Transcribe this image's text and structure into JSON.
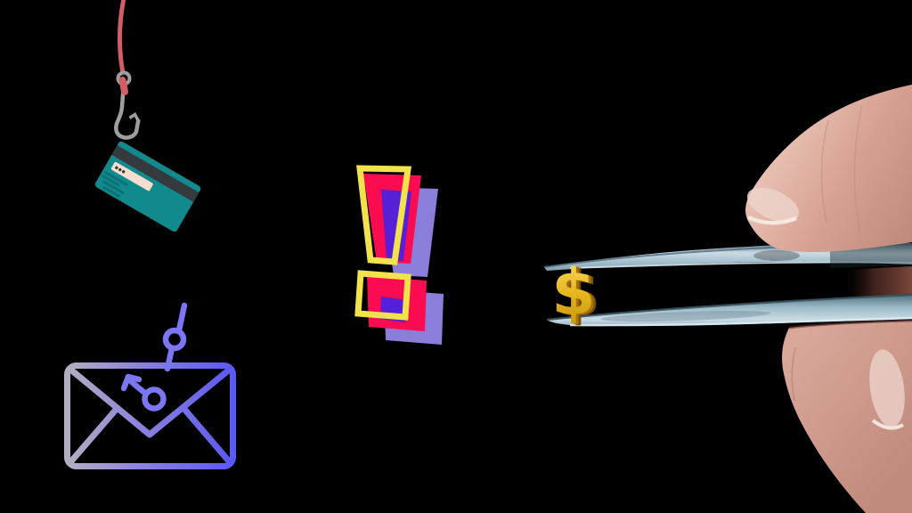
{
  "money": {
    "dollar_symbol": "$"
  },
  "icons": [
    "fishing-hook-icon",
    "credit-card-icon",
    "exclamation-warning-icon",
    "envelope-icon",
    "phishing-hook-icon",
    "dollar-sign",
    "tweezers",
    "thumb",
    "index-finger"
  ],
  "colors": {
    "background": "#000000",
    "card_teal": "#108a8d",
    "card_stripe": "#343a3e",
    "card_signature": "#f6decf",
    "card_dots": "#3a3a3a",
    "card_lines": "#0b7176",
    "fishing_line_red": "#d15e66",
    "hook_gray": "#9e9e9e",
    "alert_red": "#fb0b50",
    "alert_purple": "#5520d6",
    "alert_yellow": "#f2e24b",
    "alert_shadow": "#8a7edb",
    "envelope_gray": "#b5b0c0",
    "envelope_mid": "#8a82dd",
    "envelope_blue": "#5a57f2",
    "envelope_hook": "#7b76f3",
    "steel_light": "#c9dce5",
    "steel_mid": "#9cb9c7",
    "steel_dark": "#54707f",
    "gold_light": "#f8df62",
    "gold_mid": "#e7b71e",
    "gold_dark": "#7a4f08",
    "skin_light": "#ecc9bc",
    "skin_mid": "#d8a292",
    "skin_dark": "#bd8a7d",
    "skin_shadow": "#7a473c",
    "nail": "#ecd2c9"
  }
}
